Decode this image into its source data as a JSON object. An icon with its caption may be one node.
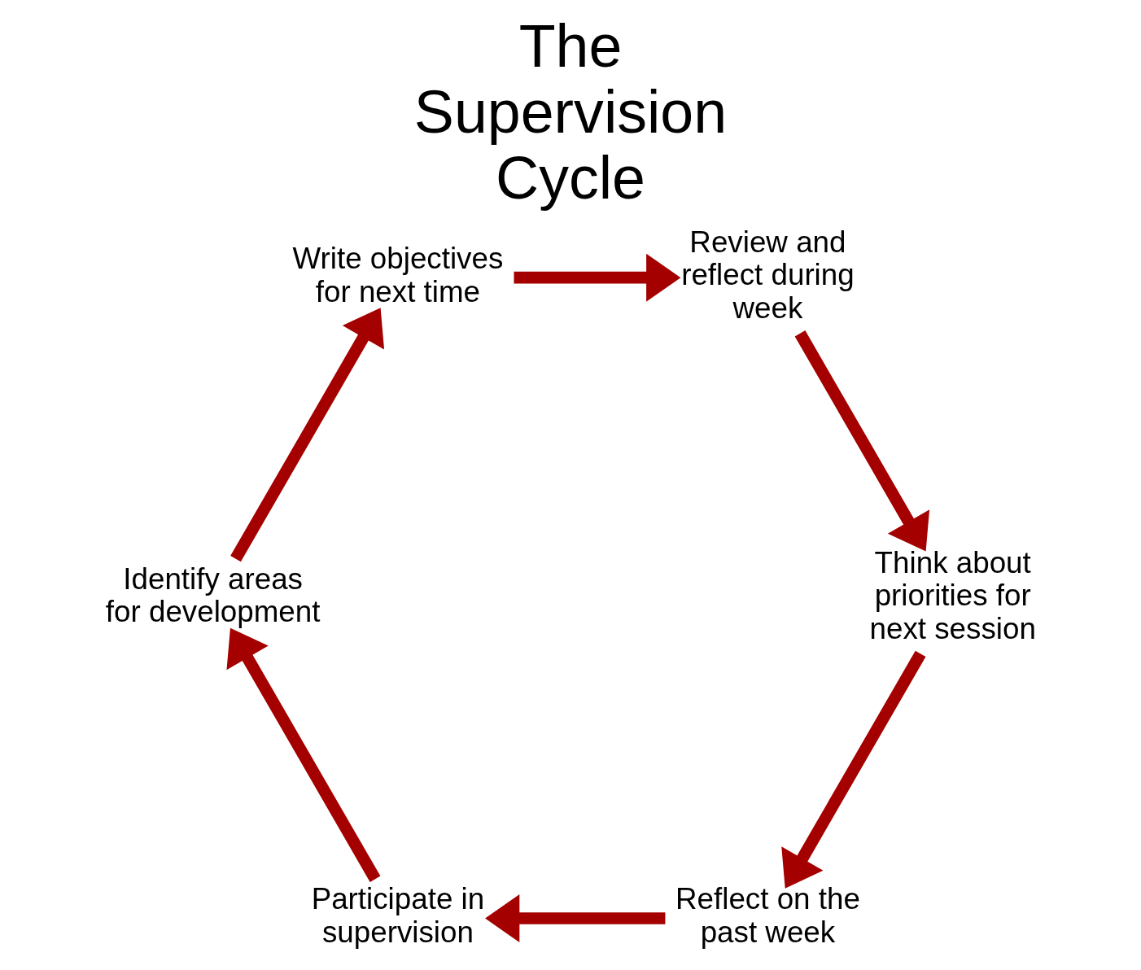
{
  "diagram": {
    "title": "The Supervision Cycle",
    "nodes": [
      {
        "text": [
          "Reflect on the past week"
        ]
      },
      {
        "text": [
          "Participate in supervision"
        ]
      },
      {
        "text": [
          "Identify areas for development"
        ]
      },
      {
        "text": [
          "Write objectives for next time"
        ]
      },
      {
        "text": [
          "Review and reflect during week"
        ]
      },
      {
        "text": [
          "Think about priorities for next session"
        ]
      }
    ],
    "edges": [
      {
        "from": 0,
        "to": 1,
        "arrow": "to"
      },
      {
        "from": 1,
        "to": 2,
        "arrow": "to"
      },
      {
        "from": 2,
        "to": 3,
        "arrow": "to"
      },
      {
        "from": 3,
        "to": 4,
        "arrow": "to"
      },
      {
        "from": 4,
        "to": 5,
        "arrow": "to"
      },
      {
        "from": 5,
        "to": 0,
        "arrow": "to"
      }
    ]
  }
}
